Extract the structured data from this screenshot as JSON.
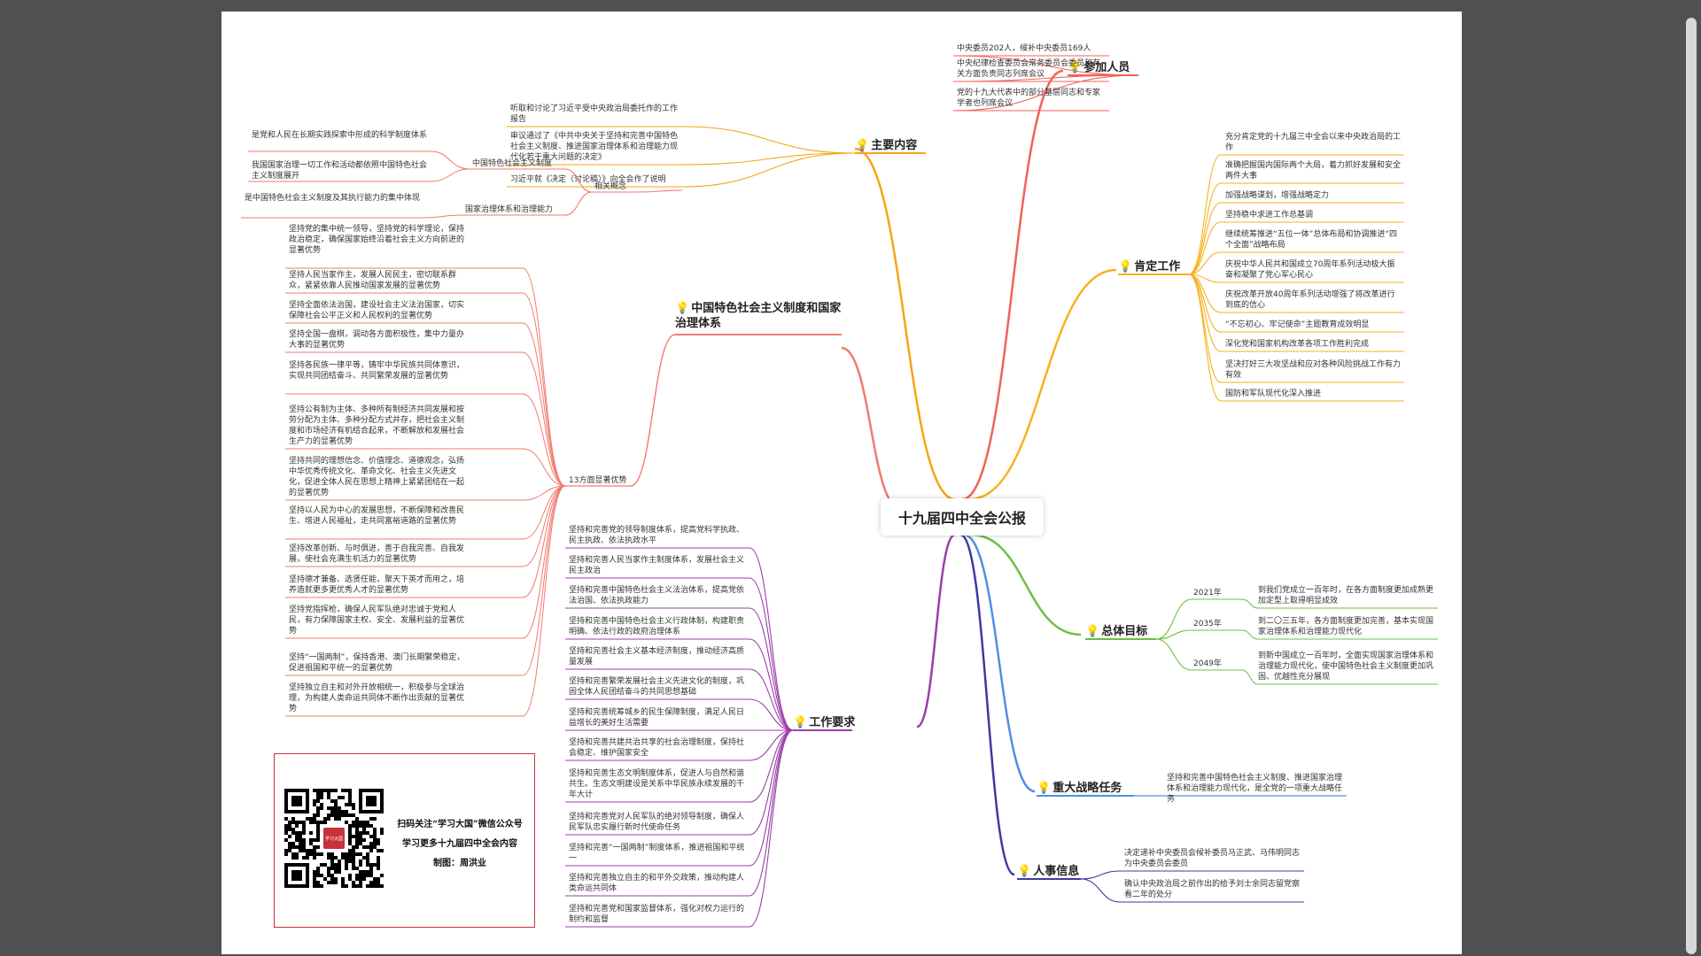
{
  "center": "十九届四中全会公报",
  "branches": {
    "attendees": {
      "title": "参加人员",
      "items": [
        "中央委员202人，候补中央委员169人",
        "中央纪律检查委员会常务委员会委员和有关方面负责同志列席会议",
        "党的十九大代表中的部分基层同志和专家学者也列席会议"
      ]
    },
    "main_content": {
      "title": "主要内容",
      "items": [
        "听取和讨论了习近平受中央政治局委托作的工作报告",
        "审议通过了《中共中央关于坚持和完善中国特色社会主义制度、推进国家治理体系和治理能力现代化若干重大问题的决定》",
        "习近平就《决定（讨论稿）》向全会作了说明"
      ],
      "concepts": {
        "label": "相关概念",
        "sub1": {
          "label": "中国特色社会主义制度",
          "items": [
            "是党和人民在长期实践探索中形成的科学制度体系",
            "我国国家治理一切工作和活动都依照中国特色社会主义制度展开"
          ]
        },
        "sub2": {
          "label": "国家治理体系和治理能力",
          "items": [
            "是中国特色社会主义制度及其执行能力的集中体现"
          ]
        }
      }
    },
    "system": {
      "title": "中国特色社会主义制度和国家治理体系",
      "sub_label": "13方面显著优势",
      "items": [
        "坚持党的集中统一领导，坚持党的科学理论，保持政治稳定，确保国家始终沿着社会主义方向前进的显著优势",
        "坚持人民当家作主，发展人民民主，密切联系群众，紧紧依靠人民推动国家发展的显著优势",
        "坚持全面依法治国，建设社会主义法治国家，切实保障社会公平正义和人民权利的显著优势",
        "坚持全国一盘棋，调动各方面积极性，集中力量办大事的显著优势",
        "坚持各民族一律平等，铸牢中华民族共同体意识，实现共同团结奋斗、共同繁荣发展的显著优势",
        "坚持公有制为主体、多种所有制经济共同发展和按劳分配为主体、多种分配方式并存，把社会主义制度和市场经济有机结合起来，不断解放和发展社会生产力的显著优势",
        "坚持共同的理想信念、价值理念、道德观念，弘扬中华优秀传统文化、革命文化、社会主义先进文化，促进全体人民在思想上精神上紧紧团结在一起的显著优势",
        "坚持以人民为中心的发展思想，不断保障和改善民生、增进人民福祉，走共同富裕道路的显著优势",
        "坚持改革创新、与时俱进，善于自我完善、自我发展，使社会充满生机活力的显著优势",
        "坚持德才兼备、选贤任能，聚天下英才而用之，培养造就更多更优秀人才的显著优势",
        "坚持党指挥枪，确保人民军队绝对忠诚于党和人民，有力保障国家主权、安全、发展利益的显著优势",
        "坚持“一国两制”，保持香港、澳门长期繁荣稳定，促进祖国和平统一的显著优势",
        "坚持独立自主和对外开放相统一，积极参与全球治理，为构建人类命运共同体不断作出贡献的显著优势"
      ]
    },
    "affirm": {
      "title": "肯定工作",
      "items": [
        "充分肯定党的十九届三中全会以来中央政治局的工作",
        "准确把握国内国际两个大局，着力抓好发展和安全两件大事",
        "加强战略谋划，增强战略定力",
        "坚持稳中求进工作总基调",
        "继续统筹推进“五位一体”总体布局和协调推进“四个全面”战略布局",
        "庆祝中华人民共和国成立70周年系列活动极大振奋和凝聚了党心军心民心",
        "庆祝改革开放40周年系列活动增强了将改革进行到底的信心",
        "“不忘初心、牢记使命”主题教育成效明显",
        "深化党和国家机构改革各项工作胜利完成",
        "坚决打好三大攻坚战和应对各种风险挑战工作有力有效",
        "国防和军队现代化深入推进"
      ]
    },
    "goals": {
      "title": "总体目标",
      "items": [
        {
          "year": "2021年",
          "text": "到我们党成立一百年时，在各方面制度更加成熟更加定型上取得明显成效"
        },
        {
          "year": "2035年",
          "text": "到二〇三五年，各方面制度更加完善，基本实现国家治理体系和治理能力现代化"
        },
        {
          "year": "2049年",
          "text": "到新中国成立一百年时，全面实现国家治理体系和治理能力现代化，使中国特色社会主义制度更加巩固、优越性充分展现"
        }
      ]
    },
    "strategy": {
      "title": "重大战略任务",
      "text": "坚持和完善中国特色社会主义制度、推进国家治理体系和治理能力现代化，是全党的一项重大战略任务"
    },
    "personnel": {
      "title": "人事信息",
      "items": [
        "决定递补中央委员会候补委员马正武、马伟明同志为中央委员会委员",
        "确认中央政治局之前作出的给予刘士余同志留党察看二年的处分"
      ]
    },
    "requirements": {
      "title": "工作要求",
      "items": [
        "坚持和完善党的领导制度体系，提高党科学执政、民主执政、依法执政水平",
        "坚持和完善人民当家作主制度体系，发展社会主义民主政治",
        "坚持和完善中国特色社会主义法治体系，提高党依法治国、依法执政能力",
        "坚持和完善中国特色社会主义行政体制，构建职责明确、依法行政的政府治理体系",
        "坚持和完善社会主义基本经济制度，推动经济高质量发展",
        "坚持和完善繁荣发展社会主义先进文化的制度，巩固全体人民团结奋斗的共同思想基础",
        "坚持和完善统筹城乡的民生保障制度，满足人民日益增长的美好生活需要",
        "坚持和完善共建共治共享的社会治理制度，保持社会稳定、维护国家安全",
        "坚持和完善生态文明制度体系，促进人与自然和谐共生。生态文明建设是关系中华民族永续发展的千年大计",
        "坚持和完善党对人民军队的绝对领导制度，确保人民军队忠实履行新时代使命任务",
        "坚持和完善“一国两制”制度体系，推进祖国和平统一",
        "坚持和完善独立自主的和平外交政策，推动构建人类命运共同体",
        "坚持和完善党和国家监督体系，强化对权力运行的制约和监督"
      ]
    }
  },
  "qr_box": {
    "stamp": "学习大国",
    "lines": [
      "扫码关注“学习大国”微信公众号",
      "学习更多十九届四中全会内容",
      "制图：周洪业"
    ]
  },
  "colors": {
    "attendees": "#f0625a",
    "main_content": "#f5a516",
    "affirm": "#f5b21e",
    "goals": "#6cc040",
    "strategy": "#4f90e0",
    "personnel": "#3d3a9e",
    "requirements": "#9a3fa8",
    "system": "#f07a70",
    "qr_border": "#c8313a"
  }
}
